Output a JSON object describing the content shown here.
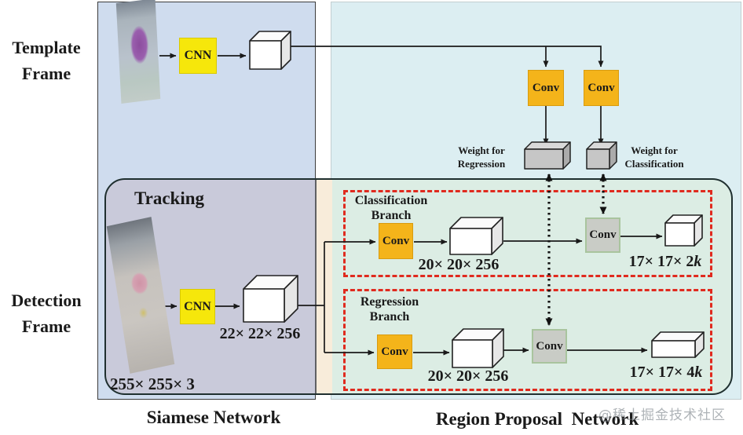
{
  "left_labels": {
    "template": {
      "line1": "Template",
      "line2": "Frame"
    },
    "detection": {
      "line1": "Detection",
      "line2": "Frame"
    }
  },
  "siamese": {
    "caption": "Siamese Network",
    "tracking_title": "Tracking",
    "cnn_top": "CNN",
    "cnn_bottom": "CNN",
    "detection_feature_dims": "22× 22× 256",
    "detection_input_dims": "255× 255× 3"
  },
  "rpn": {
    "caption": "Region Proposal  Network",
    "conv_top_left": "Conv",
    "conv_top_right": "Conv",
    "weight_regression": {
      "line1": "Weight for",
      "line2": "Regression"
    },
    "weight_classification": {
      "line1": "Weight for",
      "line2": "Classification"
    },
    "classification_branch": {
      "title_line1": "Classification",
      "title_line2": "Branch",
      "conv": "Conv",
      "conv_gray": "Conv",
      "feature_dims": "20× 20× 256",
      "out_dims_prefix": "17× 17× 2",
      "out_dims_k": "k"
    },
    "regression_branch": {
      "title_line1": "Regression",
      "title_line2": "Branch",
      "conv": "Conv",
      "conv_gray": "Conv",
      "feature_dims": "20× 20× 256",
      "out_dims_prefix": "17× 17× 4",
      "out_dims_k": "k"
    }
  },
  "watermark": "@稀土掘金技术社区",
  "colors": {
    "siamese_panel": "#cfdcee",
    "rpn_panel": "#dceef2",
    "tracking_left_fill": "#c9cada",
    "tracking_mid_fill": "#f8ecda",
    "tracking_right_fill": "#dcede4",
    "cnn_yellow": "#f6e70b",
    "conv_orange": "#f4b41a",
    "conv_gray": "#c9ccc6",
    "branch_dashed_red": "#e02a1e",
    "line_black": "#1a1a1a"
  }
}
